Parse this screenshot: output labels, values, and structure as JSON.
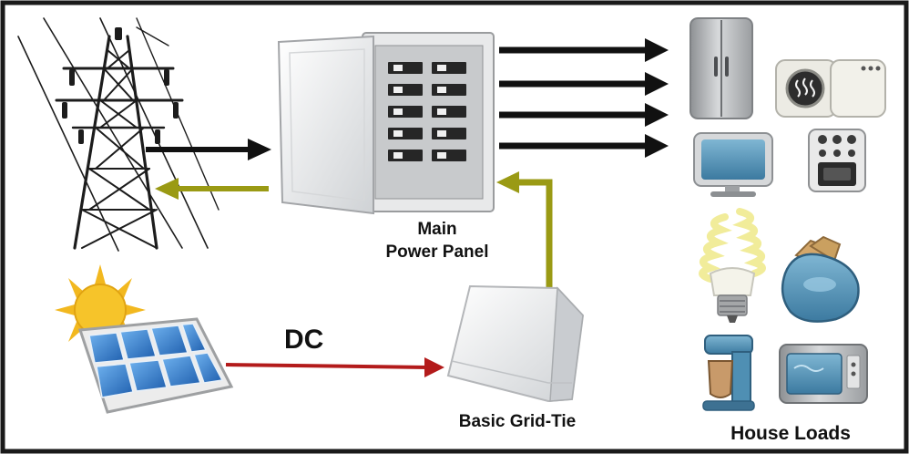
{
  "labels": {
    "panel_line1": "Main",
    "panel_line2": "Power Panel",
    "dc": "DC",
    "grid_tie": "Basic Grid-Tie",
    "house_loads": "House Loads"
  },
  "colors": {
    "grid_power_arrow": "#111111",
    "solar_ac_arrow": "#9a9a14",
    "dc_arrow": "#b31b1b",
    "border": "#1a1a1a",
    "solar_cell": "#2f7fd0",
    "sun": "#f2b81f",
    "appliance_steel": "#b9bcbf",
    "appliance_blue": "#4f8fb3"
  },
  "icons": [
    "transmission-tower-icon",
    "breaker-panel-icon",
    "solar-panel-icon",
    "sun-icon",
    "grid-tie-inverter-icon",
    "refrigerator-icon",
    "washer-dryer-icon",
    "television-icon",
    "stove-icon",
    "cfl-bulb-icon",
    "toaster-icon",
    "coffee-maker-icon",
    "microwave-icon"
  ]
}
